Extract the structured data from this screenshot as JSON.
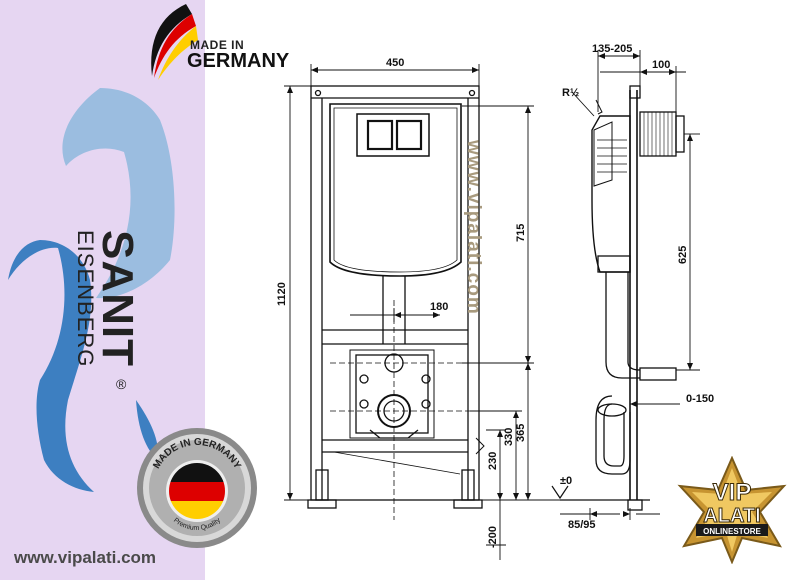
{
  "branding": {
    "made_in": "MADE IN",
    "germany": "GERMANY",
    "brand_name": "SANIT",
    "brand_sub": "EISENBERG",
    "registered": "®",
    "seal_top": "MADE IN GERMANY",
    "seal_bottom": "Premium Quality",
    "website": "www.vipalati.com",
    "watermark": "www.vipalati.com"
  },
  "badge": {
    "line1": "VIP",
    "line2": "ALATI",
    "line3": "ONLINESTORE"
  },
  "dimensions": {
    "width_450": "450",
    "height_1120": "1120",
    "height_715": "715",
    "offset_180": "180",
    "height_330": "330",
    "height_365": "365",
    "height_230": "230",
    "depth_200": "-200",
    "range_135_205": "135-205",
    "depth_100": "100",
    "thread_r": "R½",
    "height_625": "625",
    "range_0_150": "0-150",
    "range_85_95": "85/95",
    "level_0": "±0"
  },
  "colors": {
    "panel_bg": "#e6d6f2",
    "logo_light": "#9bbde0",
    "logo_dark": "#3d7fc1",
    "flag_black": "#111111",
    "flag_red": "#dd0000",
    "flag_gold": "#ffce00",
    "watermark": "#a89a7e",
    "badge_gold": "#d4a23a"
  }
}
